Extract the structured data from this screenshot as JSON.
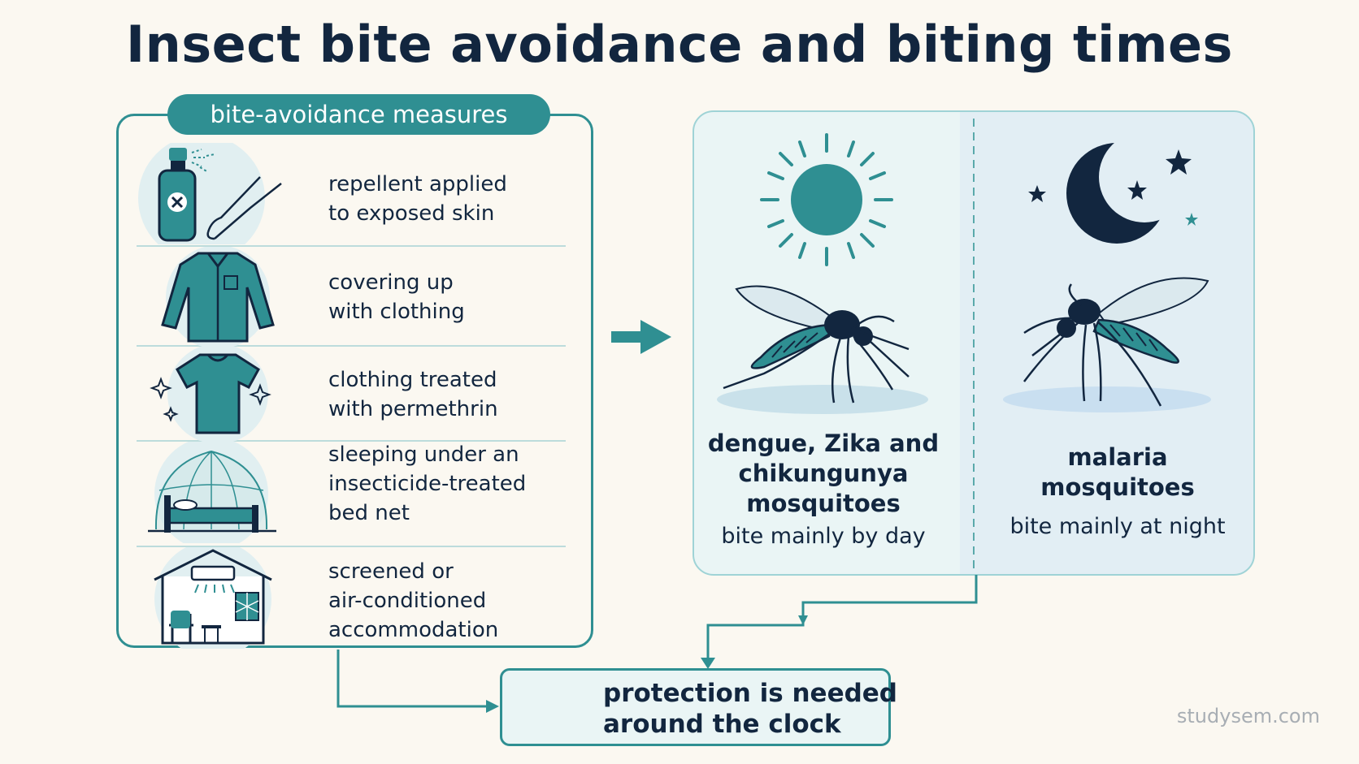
{
  "title": "Insect bite avoidance and biting times",
  "panel_tab": "bite-avoidance measures",
  "measures": [
    {
      "icon": "repellent-spray-icon",
      "label_lines": [
        "repellent applied",
        "to exposed skin"
      ]
    },
    {
      "icon": "long-sleeve-shirt-icon",
      "label_lines": [
        "covering up",
        "with clothing"
      ]
    },
    {
      "icon": "treated-tshirt-icon",
      "label_lines": [
        "clothing treated",
        "with permethrin"
      ]
    },
    {
      "icon": "bed-net-icon",
      "label_lines": [
        "sleeping under an",
        "insecticide-treated",
        "bed net"
      ]
    },
    {
      "icon": "air-conditioned-room-icon",
      "label_lines": [
        "screened or",
        "air-conditioned",
        "accommodation"
      ]
    }
  ],
  "day": {
    "icon": "sun-icon",
    "group_lines": [
      "dengue, Zika and",
      "chikungunya",
      "mosquitoes"
    ],
    "bite_time": "bite mainly by day"
  },
  "night": {
    "icon": "moon-icon",
    "group_lines": [
      "malaria mosquitoes"
    ],
    "bite_time": "bite mainly at night"
  },
  "result": {
    "icon": "shield-check-icon",
    "lines": [
      "protection is needed",
      "around the clock"
    ]
  },
  "watermark": "studysem.com",
  "colors": {
    "teal": "#2f8f92",
    "navy": "#12263f",
    "light_teal": "#eaf5f5",
    "background": "#fbf8f1"
  }
}
